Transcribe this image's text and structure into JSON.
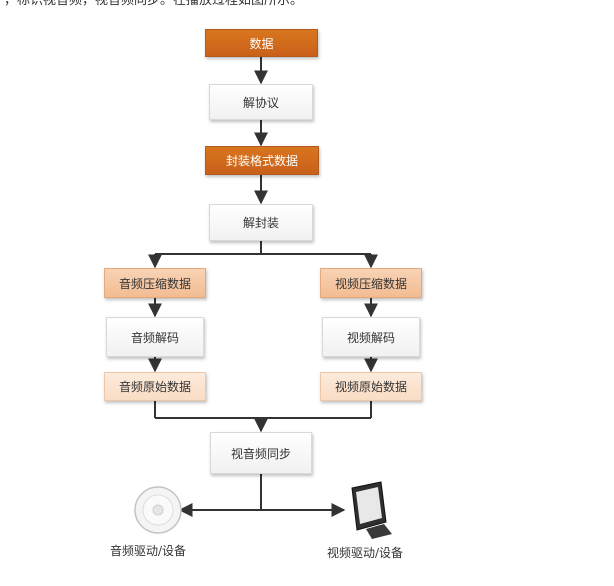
{
  "caption_fragment": "，标识视音频，视音频同步。在播放过程如图所示。",
  "nodes": {
    "data": "数据",
    "deprotocol": "解协议",
    "container_data": "封装格式数据",
    "demux": "解封装",
    "audio_compressed": "音频压缩数据",
    "video_compressed": "视频压缩数据",
    "audio_decode": "音频解码",
    "video_decode": "视频解码",
    "audio_raw": "音频原始数据",
    "video_raw": "视频原始数据",
    "av_sync": "视音频同步"
  },
  "devices": {
    "audio": "音频驱动/设备",
    "video": "视频驱动/设备"
  },
  "colors": {
    "dark_orange": "#cf6a1c",
    "light_orange": "#f4c39c",
    "pale_orange": "#fbe2cc",
    "connector": "#333333"
  }
}
